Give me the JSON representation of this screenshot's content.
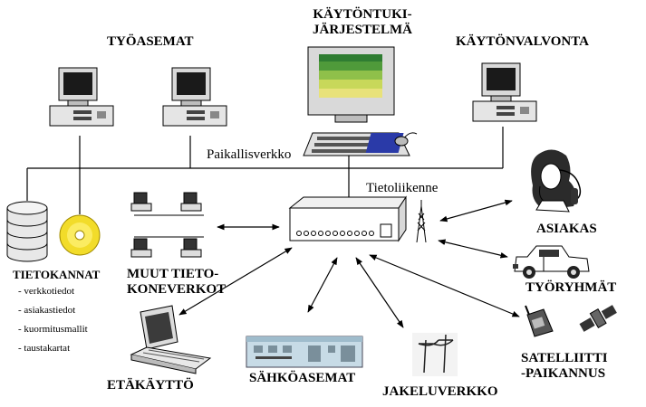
{
  "labels": {
    "workstations": "TYÖASEMAT",
    "support_system": [
      "KÄYTÖNTUKI-",
      "JÄRJESTELMÄ"
    ],
    "monitoring": "KÄYTÖNVALVONTA",
    "lan": "Paikallisverkko",
    "telecom": "Tietoliikenne",
    "databases": "TIETOKANNAT",
    "other_networks": [
      "MUUT TIETO-",
      "KONEVERKOT"
    ],
    "customer": "ASIAKAS",
    "work_groups": "TYÖRYHMÄT",
    "satellite": [
      "SATELLIITTI",
      "-PAIKANNUS"
    ],
    "remote_access": "ETÄKÄYTTÖ",
    "substations": "SÄHKÖASEMAT",
    "distribution_network": "JAKELUVERKKO"
  },
  "database_items": [
    "verkkotiedot",
    "asiakastiedot",
    "kuormitusmallit",
    "taustakartat"
  ],
  "icons": {
    "workstation": "desktop-computer-icon",
    "support_terminal": "color-monitor-terminal-icon",
    "database": "database-cylinder-icon",
    "disc": "cd-disc-icon",
    "network_cluster": "computer-network-icon",
    "hub": "network-hub-icon",
    "antenna": "radio-mast-icon",
    "customer": "person-phone-icon",
    "vehicle": "field-vehicle-icon",
    "satellite": "satellite-icon",
    "laptop": "portable-terminal-icon",
    "substation": "substation-rack-icon",
    "poles": "power-pole-icon"
  }
}
